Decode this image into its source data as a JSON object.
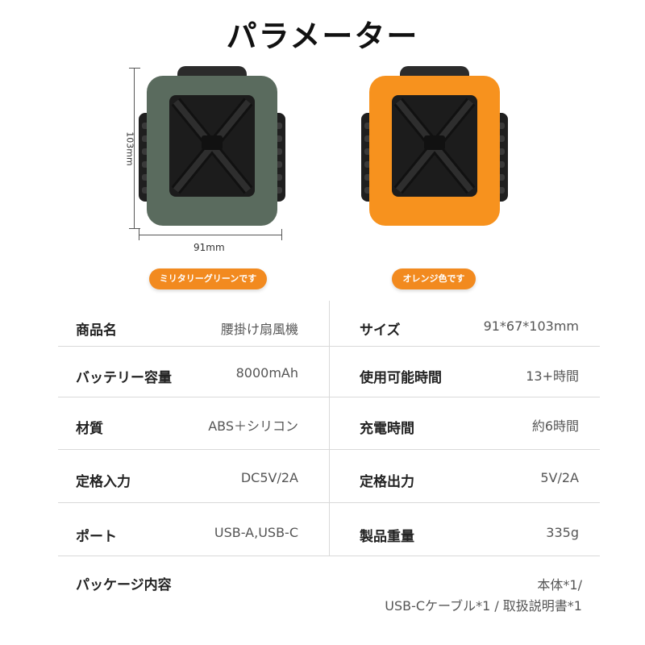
{
  "page": {
    "title": "パラメーター"
  },
  "dimensions": {
    "height_label": "103mm",
    "width_label": "91mm"
  },
  "variants": [
    {
      "label": "ミリタリーグリーンです",
      "body_color": "#5a6b5e",
      "accent": "#f28a1f"
    },
    {
      "label": "オレンジ色です",
      "body_color": "#f7921e",
      "accent": "#f28a1f"
    }
  ],
  "specs": {
    "rows": [
      {
        "left_label": "商品名",
        "left_value": "腰掛け扇風機",
        "right_label": "サイズ",
        "right_value": "91*67*103mm"
      },
      {
        "left_label": "バッテリー容量",
        "left_value": "8000mAh",
        "right_label": "使用可能時間",
        "right_value": "13+時間"
      },
      {
        "left_label": "材質",
        "left_value": "ABS＋シリコン",
        "right_label": "充電時間",
        "right_value": "約6時間"
      },
      {
        "left_label": "定格入力",
        "left_value": "DC5V/2A",
        "right_label": "定格出力",
        "right_value": "5V/2A"
      },
      {
        "left_label": "ポート",
        "left_value": "USB-A,USB-C",
        "right_label": "製品重量",
        "right_value": "335g"
      }
    ],
    "package": {
      "label": "パッケージ内容",
      "line1": "本体*1/",
      "line2": "USB-Cケーブル*1 / 取扱説明書*1"
    }
  }
}
